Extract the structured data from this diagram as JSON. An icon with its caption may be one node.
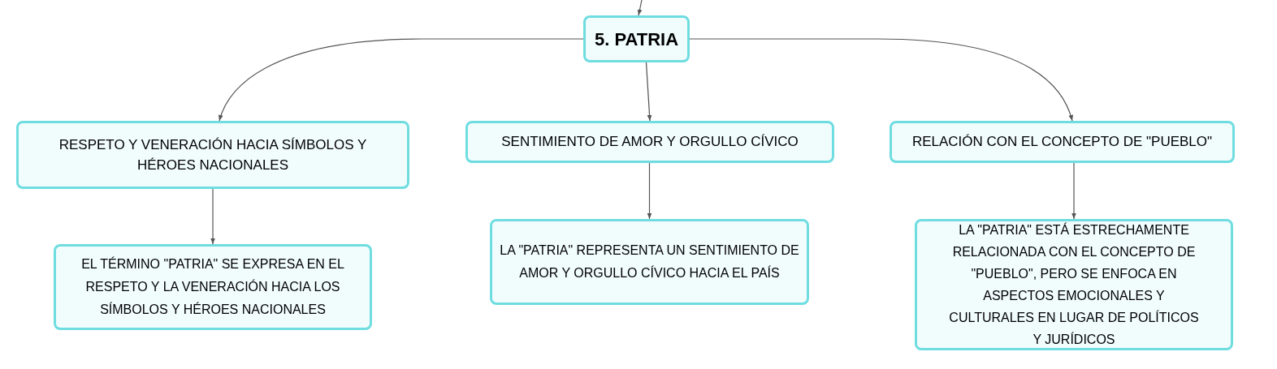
{
  "diagram": {
    "nodes": [
      {
        "text": [
          "5. PATRIA"
        ]
      },
      {
        "text": [
          "RESPETO Y VENERACIÓN HACIA SÍMBOLOS Y HÉROES NACIONALES"
        ]
      },
      {
        "text": [
          "SENTIMIENTO DE AMOR Y ORGULLO CÍVICO"
        ]
      },
      {
        "text": [
          "RELACIÓN CON EL CONCEPTO DE \"PUEBLO\""
        ]
      },
      {
        "text": [
          "EL TÉRMINO \"PATRIA\" SE EXPRESA EN EL RESPETO Y LA VENERACIÓN HACIA LOS SÍMBOLOS Y HÉROES NACIONALES"
        ]
      },
      {
        "text": [
          "LA \"PATRIA\" REPRESENTA UN SENTIMIENTO DE AMOR Y ORGULLO CÍVICO HACIA EL PAÍS"
        ]
      },
      {
        "text": [
          "LA \"PATRIA\" ESTÁ ESTRECHAMENTE RELACIONADA CON EL CONCEPTO DE \"PUEBLO\", PERO SE ENFOCA EN ASPECTOS EMOCIONALES Y CULTURALES EN LUGAR DE POLÍTICOS Y JURÍDICOS"
        ]
      }
    ],
    "edges": [
      {
        "from": null,
        "to": 0,
        "arrow": "to"
      },
      {
        "from": 0,
        "to": 1,
        "arrow": "to"
      },
      {
        "from": 0,
        "to": 2,
        "arrow": "to"
      },
      {
        "from": 0,
        "to": 3,
        "arrow": "to"
      },
      {
        "from": 1,
        "to": 4,
        "arrow": "to"
      },
      {
        "from": 2,
        "to": 5,
        "arrow": "to"
      },
      {
        "from": 3,
        "to": 6,
        "arrow": "to"
      }
    ]
  }
}
